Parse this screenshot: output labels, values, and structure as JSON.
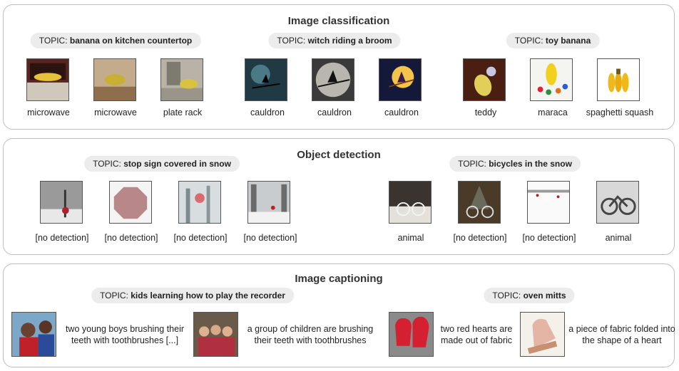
{
  "topic_prefix": "TOPIC:",
  "classification": {
    "title": "Image classification",
    "groups": [
      {
        "topic": "banana on kitchen countertop",
        "labels": [
          "microwave",
          "microwave",
          "plate rack"
        ]
      },
      {
        "topic": "witch riding a broom",
        "labels": [
          "cauldron",
          "cauldron",
          "cauldron"
        ]
      },
      {
        "topic": "toy banana",
        "labels": [
          "teddy",
          "maraca",
          "spaghetti squash"
        ]
      }
    ]
  },
  "detection": {
    "title": "Object detection",
    "groups": [
      {
        "topic": "stop sign covered in snow",
        "labels": [
          "[no detection]",
          "[no detection]",
          "[no detection]",
          "[no detection]"
        ]
      },
      {
        "topic": "bicycles in the snow",
        "labels": [
          "animal",
          "[no detection]",
          "[no detection]",
          "animal"
        ]
      }
    ]
  },
  "captioning": {
    "title": "Image captioning",
    "groups": [
      {
        "topic": "kids learning how to play the recorder",
        "captions": [
          "two young boys brushing their teeth with toothbrushes [...]",
          "a group of children are brushing their teeth with toothbrushes"
        ]
      },
      {
        "topic": "oven mitts",
        "captions": [
          "two red hearts are made out of fabric",
          "a piece of fabric folded into the shape of a heart"
        ]
      }
    ]
  }
}
